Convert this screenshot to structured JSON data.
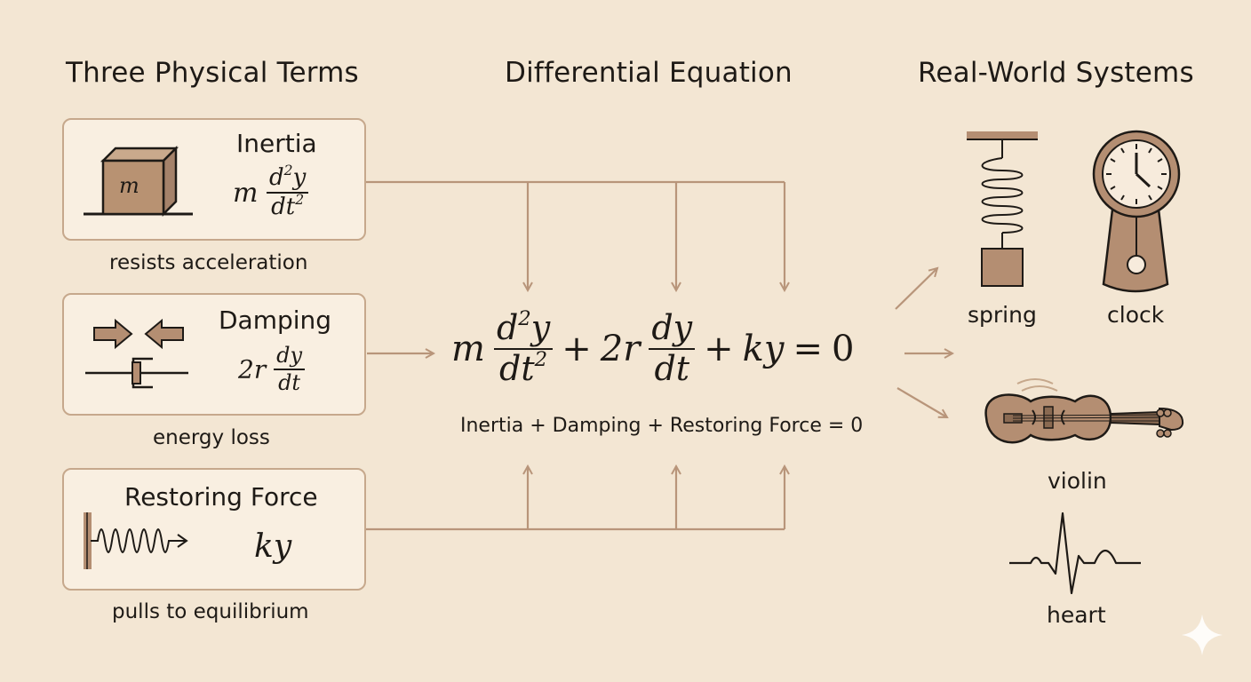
{
  "columns": {
    "left_title": "Three Physical Terms",
    "middle_title": "Differential Equation",
    "right_title": "Real-World Systems"
  },
  "terms": [
    {
      "name": "Inertia",
      "coef": "m",
      "num_base": "d",
      "num_exp": "2",
      "num_var": "y",
      "den_base": "dt",
      "den_exp": "2",
      "caption": "resists acceleration",
      "icon": "mass-block-icon",
      "block_label": "m"
    },
    {
      "name": "Damping",
      "coef": "2r",
      "num": "dy",
      "den": "dt",
      "caption": "energy loss",
      "icon": "damper-icon"
    },
    {
      "name": "Restoring Force",
      "expr": "ky",
      "caption": "pulls to equilibrium",
      "icon": "spring-icon"
    }
  ],
  "equation": {
    "coef_m": "m",
    "d2_num_base": "d",
    "d2_num_exp": "2",
    "d2_num_var": "y",
    "d2_den_base": "dt",
    "d2_den_exp": "2",
    "plus1": "+",
    "coef_2r": "2r",
    "d1_num": "dy",
    "d1_den": "dt",
    "plus2": "+",
    "ky": "ky",
    "equals": "=",
    "zero": "0",
    "caption": "Inertia + Damping + Restoring Force = 0"
  },
  "systems": [
    {
      "label": "spring",
      "icon": "hanging-spring-icon"
    },
    {
      "label": "clock",
      "icon": "pendulum-clock-icon"
    },
    {
      "label": "violin",
      "icon": "violin-icon"
    },
    {
      "label": "heart",
      "icon": "heartbeat-icon"
    }
  ],
  "colors": {
    "background": "#f3e6d3",
    "box_border": "#c6a88c",
    "arrow": "#b8957a",
    "accent_brown": "#b48e72",
    "ink": "#1e1a16"
  }
}
